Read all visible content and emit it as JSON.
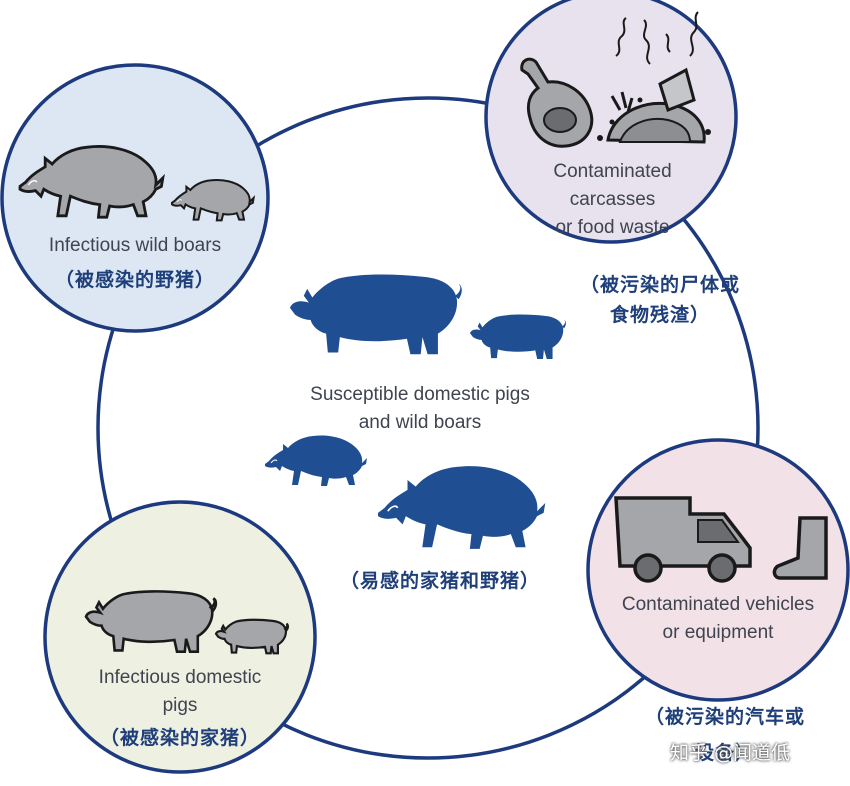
{
  "colors": {
    "ring": "#1d3a7e",
    "node_wild_boars_fill": "#dde7f4",
    "node_carcasses_fill": "#e7e2ee",
    "node_vehicles_fill": "#f2e1e6",
    "node_domestic_fill": "#eef0e2",
    "animal_blue": "#1f4e93",
    "animal_grey": "#a4a6aa",
    "outline_dark": "#1a1a1a"
  },
  "center": {
    "label_line1": "Susceptible domestic pigs",
    "label_line2": "and wild boars",
    "label_cn": "（易感的家猪和野猪）"
  },
  "nodes": {
    "wild_boars": {
      "label": "Infectious wild boars",
      "label_cn": "（被感染的野猪）",
      "icon": "wild-boar-silhouettes"
    },
    "carcasses": {
      "label_line1": "Contaminated",
      "label_line2": "carcasses",
      "label_line3": "or food waste",
      "label_cn_line1": "（被污染的尸体或",
      "label_cn_line2": "食物残渣）",
      "icon": "meat-and-waste"
    },
    "vehicles": {
      "label_line1": "Contaminated vehicles",
      "label_line2": "or equipment",
      "label_cn_line1": "（被污染的汽车或",
      "label_cn_line2": "设备）",
      "icon": "truck-and-boot"
    },
    "domestic": {
      "label_line1": "Infectious domestic",
      "label_line2": "pigs",
      "label_cn": "（被感染的家猪）",
      "icon": "domestic-pig-silhouettes"
    }
  },
  "watermark": "知乎 @闻道低"
}
